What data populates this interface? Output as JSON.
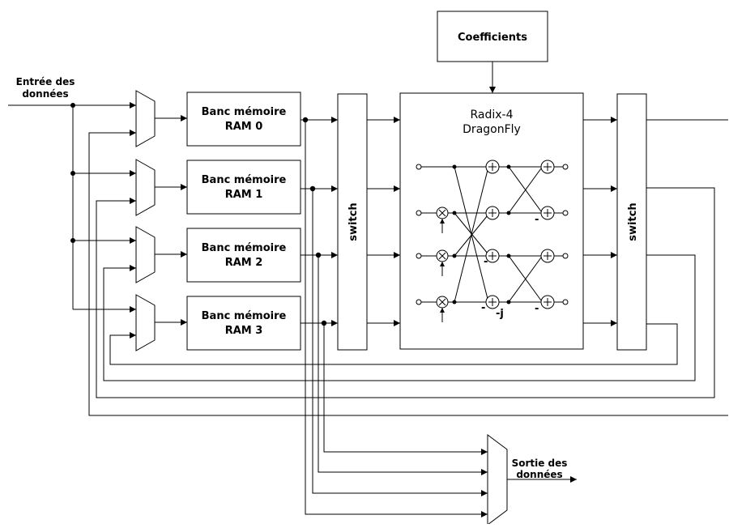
{
  "input_label": [
    "Entrée des",
    "données"
  ],
  "output_label": [
    "Sortie des",
    "données"
  ],
  "coefficients_label": "Coefficients",
  "memory_banks": [
    {
      "line1": "Banc mémoire",
      "line2": "RAM 0"
    },
    {
      "line1": "Banc mémoire",
      "line2": "RAM 1"
    },
    {
      "line1": "Banc mémoire",
      "line2": "RAM 2"
    },
    {
      "line1": "Banc mémoire",
      "line2": "RAM 3"
    }
  ],
  "switch_left_label": "switch",
  "switch_right_label": "switch",
  "radix_title": [
    "Radix-4",
    "DragonFly"
  ],
  "butterfly_signs": {
    "minus": "-",
    "minus_j": "-j"
  },
  "colors": {
    "stroke": "#000000",
    "background": "#ffffff"
  }
}
